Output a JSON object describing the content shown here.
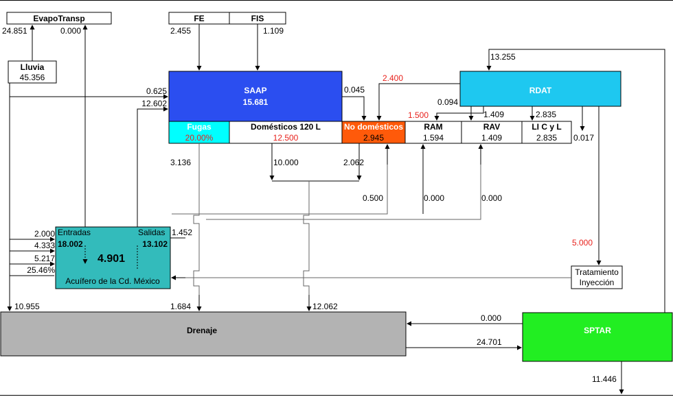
{
  "nodes": {
    "evapotransp": {
      "title": "EvapoTransp",
      "in": "24.851",
      "out": "0.000"
    },
    "fe": {
      "title": "FE",
      "value": "2.455"
    },
    "fis": {
      "title": "FIS",
      "value": "1.109"
    },
    "lluvia": {
      "title": "Lluvia",
      "value": "45.356"
    },
    "saap": {
      "title": "SAAP",
      "value": "15.681",
      "color": "#2b4ef0"
    },
    "rdat": {
      "title": "RDAT",
      "color": "#1ec8f0"
    },
    "fugas": {
      "title": "Fugas",
      "value": "20.00%",
      "color": "#00ffff"
    },
    "domesticos": {
      "title": "Domésticos 120 L",
      "value": "12.500"
    },
    "no_domesticos": {
      "title": "No domésticos",
      "value": "2.945",
      "color": "#ff5a0a"
    },
    "ram": {
      "title": "RAM",
      "value": "1.594"
    },
    "rav": {
      "title": "RAV",
      "value": "1.409"
    },
    "licyl": {
      "title": "LI C y L",
      "value": "2.835"
    },
    "acuifero": {
      "label_in": "Entradas",
      "label_out": "Salidas",
      "entradas": "18.002",
      "salidas": "13.102",
      "balance": "4.901",
      "name": "Acuífero de la Cd. México",
      "color": "#33bbbb"
    },
    "tratamiento": {
      "line1": "Tratamiento",
      "line2": "Inyección"
    },
    "drenaje": {
      "title": "Drenaje",
      "color": "#b3b3b3"
    },
    "sptar": {
      "title": "SPTAR",
      "color": "#22ee22"
    }
  },
  "flows": {
    "rdat_top": "13.255",
    "lluvia_saap_1": "0.625",
    "lluvia_saap_2": "12.602",
    "saap_nodom": "0.045",
    "rdat_nodom": "2.400",
    "rdat_ram_red": "1.500",
    "rdat_ram": "0.094",
    "rdat_rav": "1.409",
    "rdat_licyl": "2.835",
    "rdat_out": "0.017",
    "fugas_down": "3.136",
    "dom_down": "10.000",
    "nodom_down": "2.062",
    "to_nodom": "0.500",
    "to_ram": "0.000",
    "to_rav": "0.000",
    "acu_in_1": "2.000",
    "acu_in_2": "4.333",
    "acu_in_3": "5.217",
    "acu_in_pct": "25.46%",
    "acu_out": "1.452",
    "rdat_trat": "5.000",
    "lluvia_drenaje": "10.955",
    "fugas_drenaje": "1.684",
    "dom_drenaje": "12.062",
    "sptar_drenaje": "0.000",
    "drenaje_sptar": "24.701",
    "sptar_out": "11.446"
  }
}
